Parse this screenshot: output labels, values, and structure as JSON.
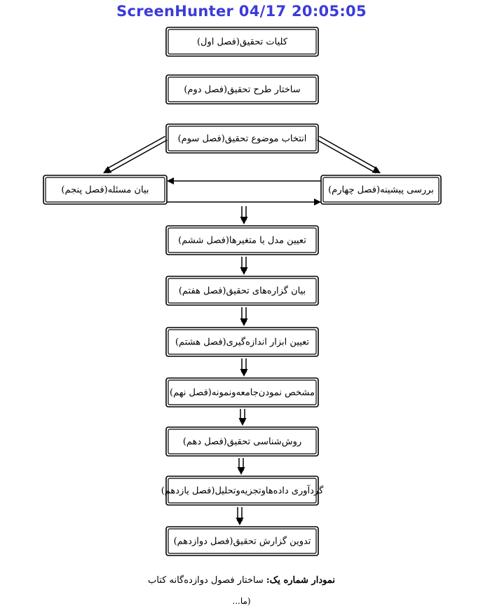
{
  "stamp": "ScreenHunter  04/17  20:05:05",
  "boxes": [
    {
      "id": "ch1",
      "label": "کلیات تحقیق(فصل اول)"
    },
    {
      "id": "ch2",
      "label": "ساختار طرح تحقیق(فصل دوم)"
    },
    {
      "id": "ch3",
      "label": "انتخاب موضوع تحقیق(فصل سوم)"
    },
    {
      "id": "ch4",
      "label": "بررسی پیشینه(فصل چهارم)"
    },
    {
      "id": "ch5",
      "label": "بیان مسئله(فصل پنجم)"
    },
    {
      "id": "ch6",
      "label": "تعیین مدل یا متغیرها(فصل ششم)"
    },
    {
      "id": "ch7",
      "label": "بیان گزاره‌های تحقیق(فصل هفتم)"
    },
    {
      "id": "ch8",
      "label": "تعیین ابزار اندازه‌گیری(فصل هشتم)"
    },
    {
      "id": "ch9",
      "label": "مشخص نمودن‌جامعه‌ونمونه(فصل نهم)"
    },
    {
      "id": "ch10",
      "label": "روش‌شناسی تحقیق(فصل دهم)"
    },
    {
      "id": "ch11",
      "label": "گردآوری داده‌هاوتجزیه‌وتحلیل(فصل یازدهم)"
    },
    {
      "id": "ch12",
      "label": "تدوین گزارش تحقیق(فصل دوازدهم)"
    }
  ],
  "caption": {
    "bold": "نمودار شماره یک:",
    "text": " ساختار فصول دوازده‌گانه کتاب"
  },
  "footnote": "(ما..."
}
